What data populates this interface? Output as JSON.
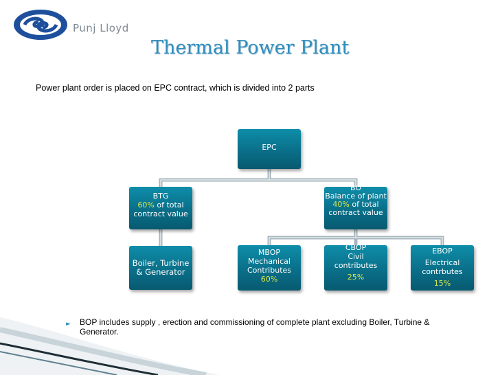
{
  "brand": "Punj Lloyd",
  "title": "Thermal Power Plant",
  "intro": "Power plant order is placed on EPC contract, which is divided into 2 parts",
  "org": {
    "epc": {
      "line1": "EPC"
    },
    "btg": {
      "line1": "BTG",
      "pct": "60%",
      "pct_rest": " of total",
      "line3": "contract value"
    },
    "bop": {
      "line0": "BO",
      "line1": "Balance of plant",
      "pct": "40%",
      "pct_rest": " of total",
      "line3": "contract value"
    },
    "boiler": {
      "line1": "Boiler, Turbine",
      "line2": "& Generator"
    },
    "mbop": {
      "line1": "MBOP",
      "line2": "Mechanical",
      "line3": "Contributes",
      "pct": "60%"
    },
    "cbop": {
      "line1": "CBOP",
      "line2": "Civil",
      "line3": "contributes",
      "pct": "25%"
    },
    "ebop": {
      "line1": "EBOP",
      "line2": "Electrical",
      "line3": "contrbutes",
      "pct": "15%"
    }
  },
  "note": "BOP includes supply , erection and commissioning of complete plant excluding Boiler, Turbine & Generator.",
  "colors": {
    "box": "#0a6f89",
    "title": "#2f8fbf",
    "percent": "#d9e84a"
  }
}
